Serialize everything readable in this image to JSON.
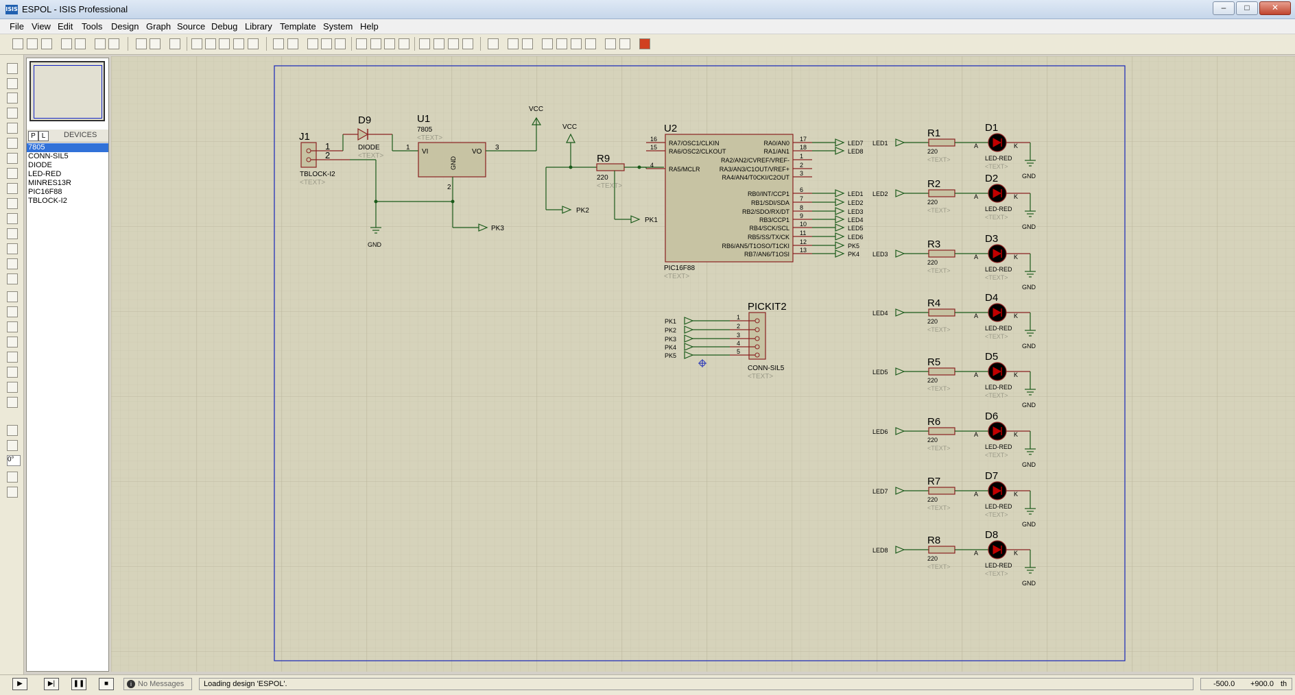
{
  "window": {
    "title": "ESPOL - ISIS Professional",
    "icon": "ISIS"
  },
  "menu": [
    "File",
    "View",
    "Edit",
    "Tools",
    "Design",
    "Graph",
    "Source",
    "Debug",
    "Library",
    "Template",
    "System",
    "Help"
  ],
  "devices": {
    "header": "DEVICES",
    "p_label": "P",
    "l_label": "L",
    "items": [
      "7805",
      "CONN-SIL5",
      "DIODE",
      "LED-RED",
      "MINRES13R",
      "PIC16F88",
      "TBLOCK-I2"
    ],
    "selected": "7805"
  },
  "rotation": "0°",
  "status": {
    "messages": "No Messages",
    "text": "Loading design 'ESPOL'.",
    "x": "-500.0",
    "y": "+900.0",
    "units": "th"
  },
  "schematic": {
    "text_placeholder": "<TEXT>",
    "j1": {
      "ref": "J1",
      "type": "TBLOCK-I2",
      "pins": [
        "1",
        "2"
      ]
    },
    "d9": {
      "ref": "D9",
      "type": "DIODE"
    },
    "u1": {
      "ref": "U1",
      "type": "7805",
      "vi": "VI",
      "vo": "VO",
      "gnd": "GND",
      "pins": [
        "1",
        "3",
        "2"
      ]
    },
    "vcc": "VCC",
    "gnd": "GND",
    "r9": {
      "ref": "R9",
      "value": "220"
    },
    "pk_labels": [
      "PK1",
      "PK2",
      "PK3",
      "PK4",
      "PK5"
    ],
    "u2": {
      "ref": "U2",
      "type": "PIC16F88",
      "left_pins": [
        {
          "num": "16",
          "name": "RA7/OSC1/CLKIN"
        },
        {
          "num": "15",
          "name": "RA6/OSC2/CLKOUT"
        },
        {
          "num": "4",
          "name": "RA5/MCLR"
        }
      ],
      "right_pins": [
        {
          "num": "17",
          "name": "RA0/AN0",
          "net": "LED7"
        },
        {
          "num": "18",
          "name": "RA1/AN1",
          "net": "LED8"
        },
        {
          "num": "1",
          "name": "RA2/AN2/CVREF/VREF-",
          "net": ""
        },
        {
          "num": "2",
          "name": "RA3/AN3/C1OUT/VREF+",
          "net": ""
        },
        {
          "num": "3",
          "name": "RA4/AN4/T0CKI/C2OUT",
          "net": ""
        },
        {
          "num": "6",
          "name": "RB0/INT/CCP1",
          "net": "LED1"
        },
        {
          "num": "7",
          "name": "RB1/SDI/SDA",
          "net": "LED2"
        },
        {
          "num": "8",
          "name": "RB2/SDO/RX/DT",
          "net": "LED3"
        },
        {
          "num": "9",
          "name": "RB3/CCP1",
          "net": "LED4"
        },
        {
          "num": "10",
          "name": "RB4/SCK/SCL",
          "net": "LED5"
        },
        {
          "num": "11",
          "name": "RB5/SS/TX/CK",
          "net": "LED6"
        },
        {
          "num": "12",
          "name": "RB6/AN5/T1OSO/T1CKI",
          "net": "PK5"
        },
        {
          "num": "13",
          "name": "RB7/AN6/T1OSI",
          "net": "PK4"
        }
      ]
    },
    "pickit": {
      "ref": "PICKIT2",
      "type": "CONN-SIL5",
      "pins": [
        "1",
        "2",
        "3",
        "4",
        "5"
      ],
      "nets": [
        "PK1",
        "PK2",
        "PK3",
        "PK4",
        "PK5"
      ]
    },
    "led_rows": [
      {
        "net": "LED1",
        "r": "R1",
        "d": "D1"
      },
      {
        "net": "LED2",
        "r": "R2",
        "d": "D2"
      },
      {
        "net": "LED3",
        "r": "R3",
        "d": "D3"
      },
      {
        "net": "LED4",
        "r": "R4",
        "d": "D4"
      },
      {
        "net": "LED5",
        "r": "R5",
        "d": "D5"
      },
      {
        "net": "LED6",
        "r": "R6",
        "d": "D6"
      },
      {
        "net": "LED7",
        "r": "R7",
        "d": "D7"
      },
      {
        "net": "LED8",
        "r": "R8",
        "d": "D8"
      }
    ],
    "res_value": "220",
    "led_type": "LED-RED",
    "anode": "A",
    "cathode": "K"
  }
}
